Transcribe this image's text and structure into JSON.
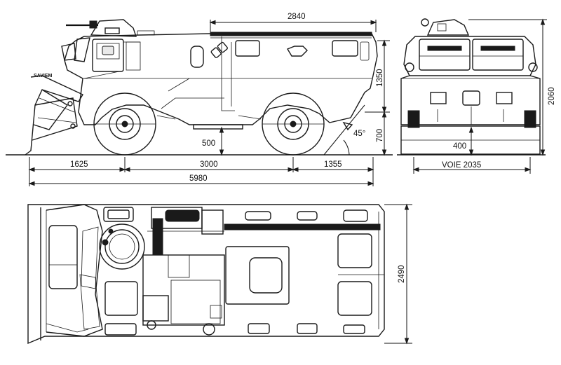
{
  "labels": {
    "side_length_top": "2840",
    "side_height_upper": "1350",
    "side_height_lower": "700",
    "ground_clearance": "500",
    "approach_angle": "45°",
    "front_overhang": "1625",
    "wheelbase": "3000",
    "rear_overhang": "1355",
    "overall_length": "5980",
    "front_height": "2060",
    "front_clearance": "400",
    "track": "VOIE 2035",
    "plan_width": "2490",
    "hull_marking": "SAVIEM"
  }
}
